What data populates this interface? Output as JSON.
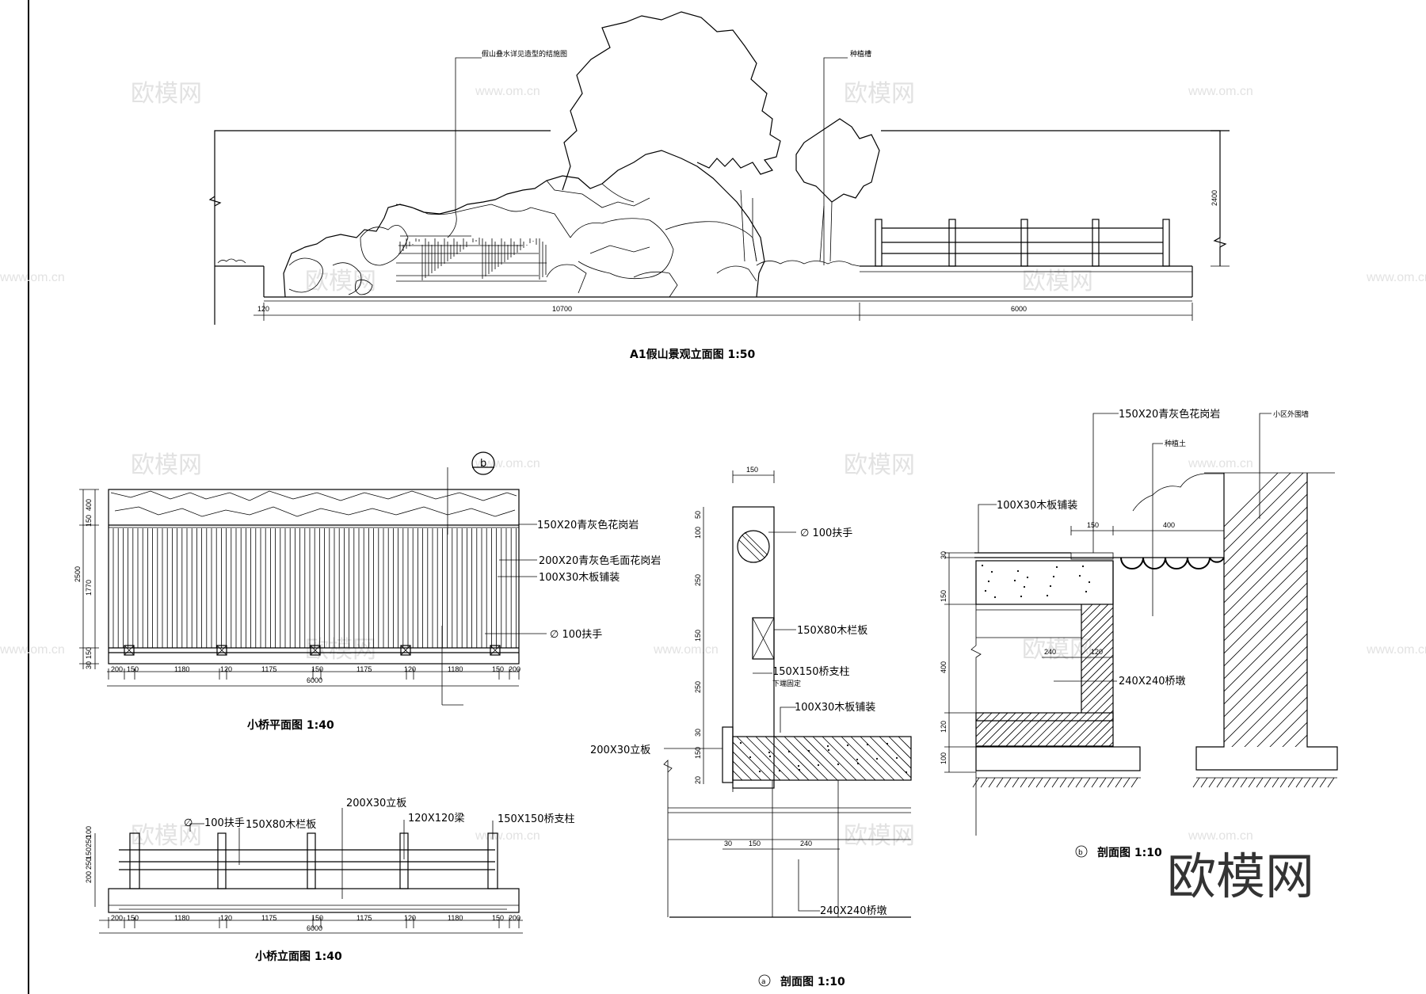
{
  "titles": {
    "elevation_a1": "A1假山景观立面图  1:50",
    "bridge_plan": "小桥平面图  1:40",
    "bridge_elevation": "小桥立面图  1:40",
    "section_a_mark": "a",
    "section_a": "剖面图  1:10",
    "section_b_mark": "b",
    "section_b": "剖面图  1:10"
  },
  "elevation": {
    "label_rockery": "假山叠水详见造型的结施图",
    "label_planting": "种植槽",
    "dim_left": "120",
    "dim_mid": "10700",
    "dim_right": "6000",
    "dim_height": "2400"
  },
  "plan": {
    "callout": "b",
    "label_granite": "150X20青灰色花岗岩",
    "label_rough_granite": "200X20青灰色毛面花岗岩",
    "label_boards": "100X30木板铺装",
    "label_handrail": "∅   100扶手",
    "dims_vertical": [
      "400",
      "150",
      "1770",
      "2500",
      "150",
      "30"
    ],
    "dims_bottom": [
      "200",
      "150",
      "1180",
      "120",
      "1175",
      "150",
      "1175",
      "120",
      "1180",
      "150",
      "200"
    ],
    "dim_total": "6000"
  },
  "bridge_elev": {
    "label_handrail": "100扶手",
    "label_dia": "∅",
    "label_rail": "150X80木栏板",
    "label_board": "200X30立板",
    "label_beam": "120X120梁",
    "label_post": "150X150桥支柱",
    "dims_vertical": [
      "100",
      "250",
      "150",
      "250",
      "200"
    ],
    "dims_bottom": [
      "200",
      "150",
      "1180",
      "120",
      "1175",
      "150",
      "1175",
      "120",
      "1180",
      "150",
      "200"
    ],
    "dim_total": "6000"
  },
  "section_a": {
    "dim_top": "150",
    "label_handrail": "∅   100扶手",
    "label_rail": "150X80木栏板",
    "label_post": "150X150桥支柱",
    "label_post2": "下端固定",
    "label_boards": "100X30木板铺装",
    "label_side": "200X30立板",
    "label_pier": "240X240桥墩",
    "dims_vertical": [
      "50",
      "100",
      "250",
      "150",
      "250",
      "30",
      "150",
      "20"
    ],
    "dims_bottom": [
      "30",
      "150",
      "240"
    ]
  },
  "section_b": {
    "label_granite": "150X20青灰色花岗岩",
    "label_soil": "种植土",
    "label_wall": "小区外围墙",
    "label_boards": "100X30木板铺装",
    "label_pier": "240X240桥墩",
    "dim_150": "150",
    "dim_400": "400",
    "dim_240": "240",
    "dim_120": "120",
    "dims_vertical": [
      "30",
      "150",
      "400",
      "120",
      "100"
    ]
  },
  "watermarks": {
    "cn": "欧模网",
    "url": "www.om.cn",
    "brand": "欧模网"
  }
}
